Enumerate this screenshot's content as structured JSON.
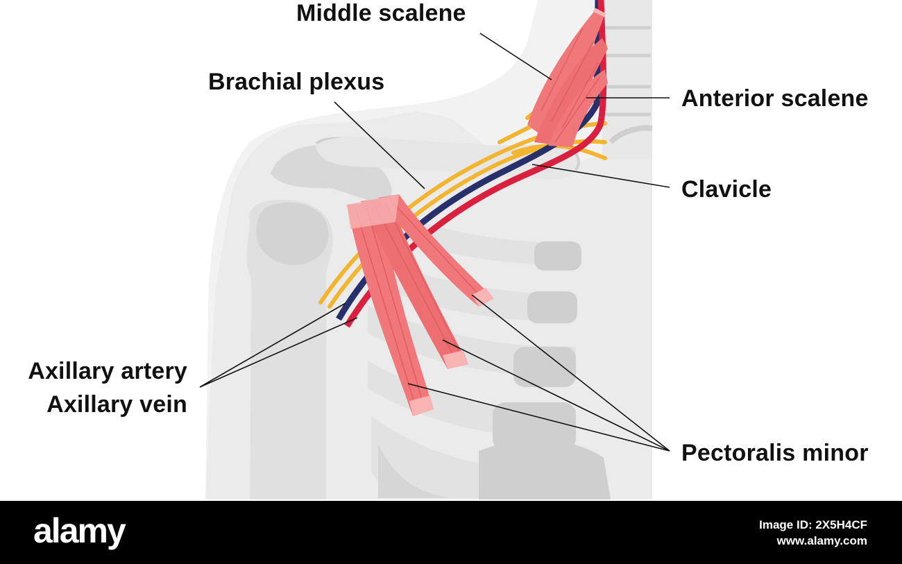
{
  "labels": {
    "middle_scalene": "Middle scalene",
    "brachial_plexus": "Brachial plexus",
    "anterior_scalene": "Anterior scalene",
    "clavicle": "Clavicle",
    "axillary_artery": "Axillary artery",
    "axillary_vein": "Axillary vein",
    "pectoralis_minor": "Pectoralis minor"
  },
  "footer": {
    "brand": "alamy",
    "image_id": "Image ID: 2X5H4CF",
    "site": "www.alamy.com"
  },
  "colors": {
    "bone": "#d9d9d9",
    "bone_light": "#ebebeb",
    "muscle": "#f0787a",
    "muscle_tip": "#f8b3b3",
    "nerve": "#f3b530",
    "artery": "#d9203f",
    "vein": "#27306b",
    "footer_bg": "#000000"
  }
}
